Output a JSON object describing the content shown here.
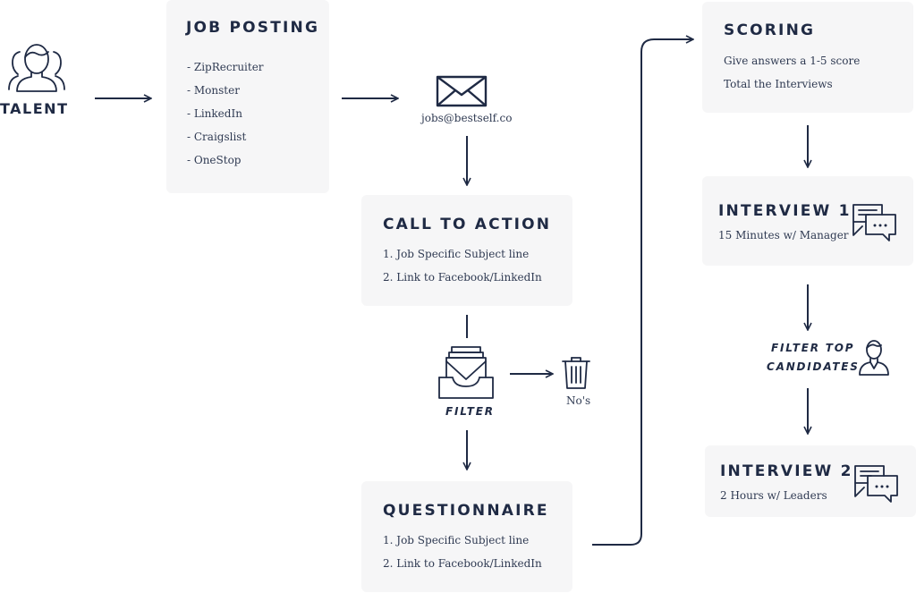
{
  "talent": {
    "label": "TALENT",
    "icon": "people-group-icon"
  },
  "job_posting": {
    "title": "JOB POSTING",
    "items": [
      "- ZipRecruiter",
      "- Monster",
      "- LinkedIn",
      "- Craigslist",
      "- OneStop"
    ]
  },
  "email": {
    "address": "jobs@bestself.co",
    "icon": "envelope-icon"
  },
  "call_to_action": {
    "title": "CALL TO ACTION",
    "items": [
      "1. Job Specific Subject line",
      "2. Link to Facebook/LinkedIn"
    ]
  },
  "filter": {
    "label": "FILTER",
    "icon": "mail-tray-icon"
  },
  "trash": {
    "label": "No's",
    "icon": "trash-icon"
  },
  "questionnaire": {
    "title": "QUESTIONNAIRE",
    "items": [
      "1. Job Specific Subject line",
      "2. Link to Facebook/LinkedIn"
    ]
  },
  "scoring": {
    "title": "SCORING",
    "items": [
      "Give answers a 1-5 score",
      "Total the Interviews"
    ]
  },
  "interview1": {
    "title": "INTERVIEW 1",
    "subtitle": "15 Minutes w/ Manager",
    "icon": "chat-bubbles-icon"
  },
  "filter_top": {
    "line1": "FILTER TOP",
    "line2": "CANDIDATES",
    "icon": "person-icon"
  },
  "interview2": {
    "title": "INTERVIEW 2",
    "subtitle": "2 Hours w/ Leaders",
    "icon": "chat-bubbles-icon"
  },
  "colors": {
    "ink": "#1f2a44",
    "card": "#f6f6f7",
    "background": "#ffffff"
  }
}
